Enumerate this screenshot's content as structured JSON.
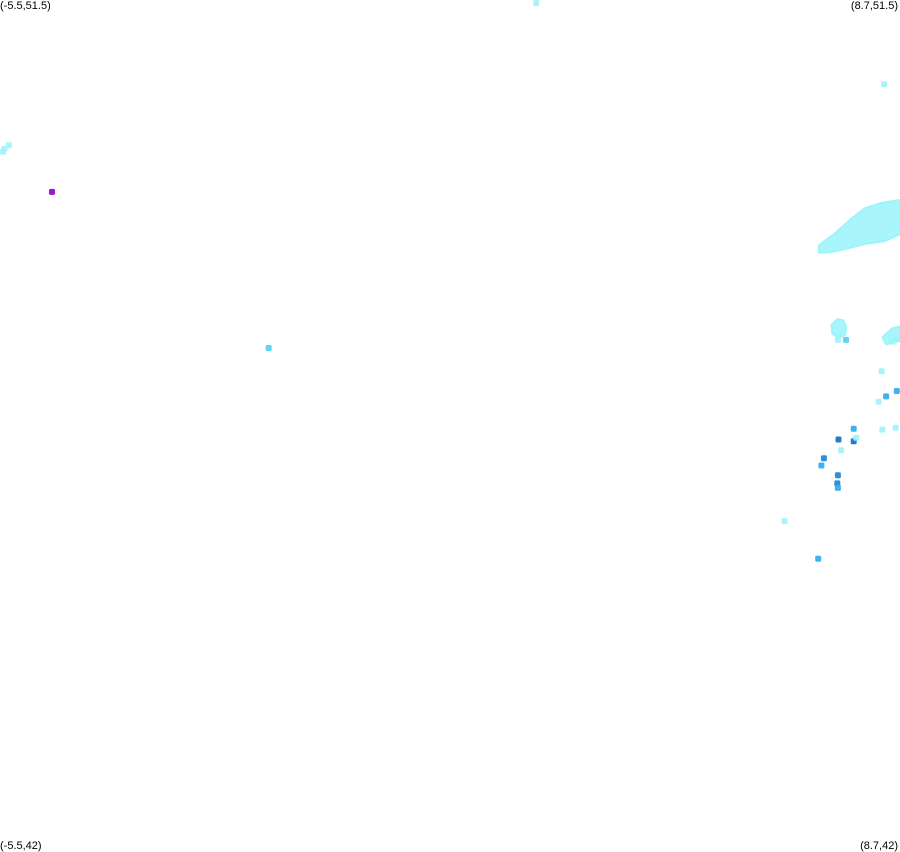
{
  "map": {
    "bounds": {
      "lon_min": -5.5,
      "lon_max": 8.7,
      "lat_min": 42,
      "lat_max": 51.5
    },
    "corner_labels": {
      "top_left": "(-5.5,51.5)",
      "top_right": "(8.7,51.5)",
      "bottom_left": "(-5.5,42)",
      "bottom_right": "(8.7,42)"
    },
    "colors": {
      "background": "#ffffff",
      "light_cyan": "#9ff4fb",
      "cyan": "#4fd2f0",
      "light_blue": "#33aaee",
      "blue": "#1f86d6",
      "dark_blue": "#1570c4",
      "magenta": "#9900cc"
    },
    "points": [
      {
        "lon": 2.96,
        "lat": 51.5,
        "color": "light_cyan"
      },
      {
        "lon": 8.45,
        "lat": 50.56,
        "color": "light_cyan"
      },
      {
        "lon": -5.43,
        "lat": 49.84,
        "color": "light_cyan"
      },
      {
        "lon": -5.36,
        "lat": 49.88,
        "color": "light_cyan"
      },
      {
        "lon": -5.47,
        "lat": 49.81,
        "color": "light_cyan"
      },
      {
        "lon": -4.68,
        "lat": 49.36,
        "color": "magenta"
      },
      {
        "lon": -1.26,
        "lat": 47.62,
        "color": "cyan"
      },
      {
        "lon": 7.77,
        "lat": 47.77,
        "color": "light_cyan"
      },
      {
        "lon": 7.85,
        "lat": 47.71,
        "color": "cyan"
      },
      {
        "lon": 7.72,
        "lat": 47.71,
        "color": "light_cyan"
      },
      {
        "lon": 8.58,
        "lat": 47.69,
        "color": "light_cyan"
      },
      {
        "lon": 8.66,
        "lat": 47.73,
        "color": "light_cyan"
      },
      {
        "lon": 8.41,
        "lat": 47.36,
        "color": "light_cyan"
      },
      {
        "lon": 8.48,
        "lat": 47.08,
        "color": "light_blue"
      },
      {
        "lon": 8.65,
        "lat": 47.14,
        "color": "light_blue"
      },
      {
        "lon": 8.36,
        "lat": 47.02,
        "color": "light_cyan"
      },
      {
        "lon": 8.42,
        "lat": 46.71,
        "color": "light_cyan"
      },
      {
        "lon": 8.63,
        "lat": 46.73,
        "color": "light_cyan"
      },
      {
        "lon": 7.97,
        "lat": 46.72,
        "color": "light_blue"
      },
      {
        "lon": 7.73,
        "lat": 46.6,
        "color": "dark_blue"
      },
      {
        "lon": 7.97,
        "lat": 46.58,
        "color": "dark_blue"
      },
      {
        "lon": 8.01,
        "lat": 46.62,
        "color": "light_cyan"
      },
      {
        "lon": 7.77,
        "lat": 46.48,
        "color": "light_cyan"
      },
      {
        "lon": 7.5,
        "lat": 46.39,
        "color": "blue"
      },
      {
        "lon": 7.46,
        "lat": 46.31,
        "color": "light_blue"
      },
      {
        "lon": 7.72,
        "lat": 46.2,
        "color": "blue"
      },
      {
        "lon": 7.71,
        "lat": 46.11,
        "color": "blue"
      },
      {
        "lon": 7.72,
        "lat": 46.06,
        "color": "light_blue"
      },
      {
        "lon": 6.88,
        "lat": 45.69,
        "color": "light_cyan"
      },
      {
        "lon": 7.41,
        "lat": 45.27,
        "color": "light_blue"
      }
    ],
    "regions": [
      {
        "color": "light_cyan",
        "shape": [
          [
            7.42,
            48.76
          ],
          [
            7.52,
            48.82
          ],
          [
            7.66,
            48.89
          ],
          [
            7.93,
            49.06
          ],
          [
            8.15,
            49.18
          ],
          [
            8.42,
            49.24
          ],
          [
            8.7,
            49.27
          ],
          [
            8.7,
            48.89
          ],
          [
            8.45,
            48.81
          ],
          [
            8.15,
            48.78
          ],
          [
            7.87,
            48.73
          ],
          [
            7.62,
            48.69
          ],
          [
            7.42,
            48.68
          ]
        ]
      },
      {
        "color": "light_cyan",
        "shape": [
          [
            7.62,
            47.88
          ],
          [
            7.71,
            47.94
          ],
          [
            7.8,
            47.93
          ],
          [
            7.85,
            47.86
          ],
          [
            7.84,
            47.77
          ],
          [
            7.73,
            47.73
          ],
          [
            7.63,
            47.78
          ]
        ]
      },
      {
        "color": "light_cyan",
        "shape": [
          [
            8.42,
            47.74
          ],
          [
            8.58,
            47.84
          ],
          [
            8.7,
            47.86
          ],
          [
            8.7,
            47.7
          ],
          [
            8.48,
            47.66
          ]
        ]
      }
    ]
  }
}
